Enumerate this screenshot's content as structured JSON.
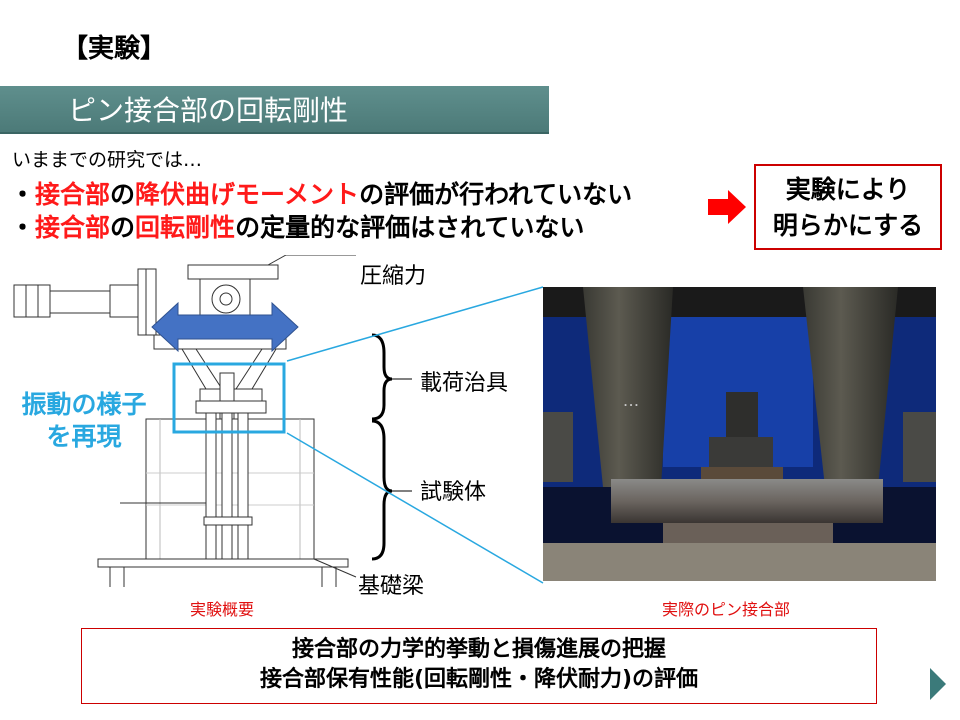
{
  "slide": {
    "section_label": "【実験】",
    "title": "ピン接合部の回転剛性",
    "intro": "いままでの研究では…",
    "bullets": [
      {
        "prefix": "・",
        "parts": [
          {
            "text": "接合部",
            "color": "red"
          },
          {
            "text": "の",
            "color": "black"
          },
          {
            "text": "降伏曲げモーメント",
            "color": "red"
          },
          {
            "text": "の評価が行われていない",
            "color": "black"
          }
        ]
      },
      {
        "prefix": "・",
        "parts": [
          {
            "text": "接合部",
            "color": "red"
          },
          {
            "text": "の",
            "color": "black"
          },
          {
            "text": "回転剛性",
            "color": "red"
          },
          {
            "text": "の定量的な評価はされていない",
            "color": "black"
          }
        ]
      }
    ],
    "result_box": {
      "line1": "実験により",
      "line2": "明らかにする"
    },
    "diagram": {
      "compression_label": "圧縮力",
      "loading_jig_label": "載荷治具",
      "specimen_label": "試験体",
      "foundation_label": "基礎梁",
      "vibration_label": {
        "line1": "振動の様子",
        "line2": "を再現"
      }
    },
    "captions": {
      "overview": "実験概要",
      "actual": "実際のピン接合部"
    },
    "conclusion": {
      "line1": "接合部の力学的挙動と損傷進展の把握",
      "line2": "接合部保有性能(回転剛性・降伏耐力)の評価"
    },
    "colors": {
      "title_bar": "#5a8a88",
      "accent_red": "#ff1a1a",
      "vibration_blue": "#29a8e0",
      "arrow_blue": "#4472c4",
      "next_button": "#3b7a7a"
    },
    "icons": {
      "next": "triangle-right-icon",
      "result_arrow": "block-arrow-right-icon"
    }
  }
}
